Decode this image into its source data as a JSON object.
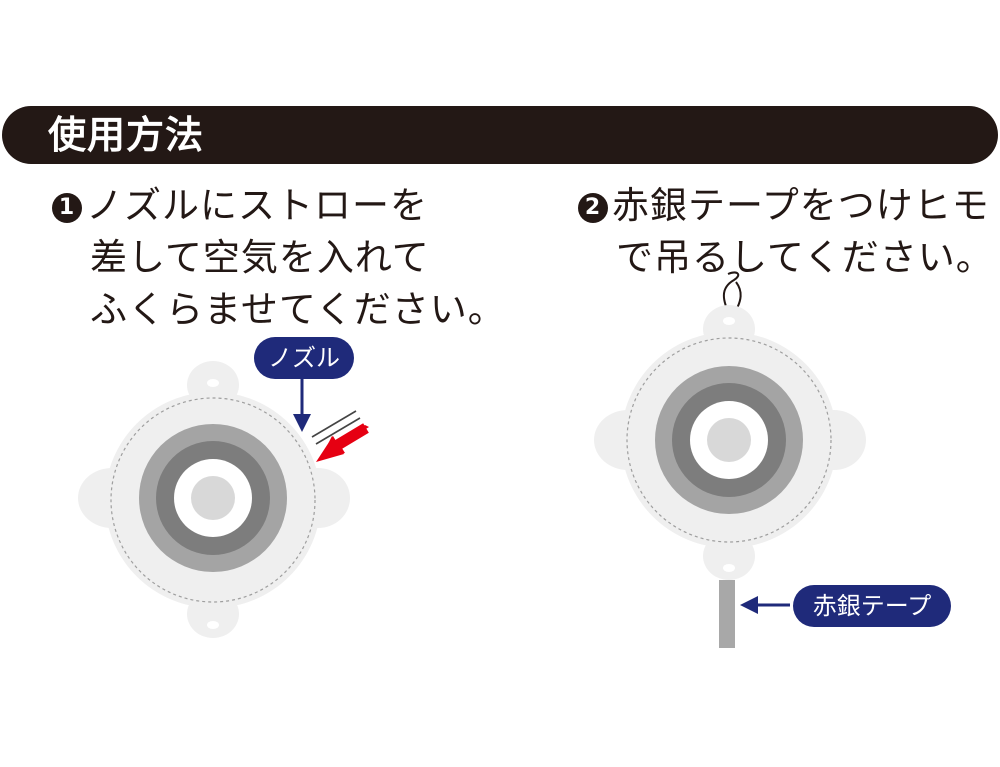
{
  "header": {
    "title": "使用方法"
  },
  "step1": {
    "number": "1",
    "lines": [
      "ノズルにストローを",
      "差して空気を入れて",
      "ふくらませてください。"
    ],
    "nozzle_label": "ノズル"
  },
  "step2": {
    "number": "2",
    "lines": [
      "赤銀テープをつけヒモ",
      "で吊るしてください。"
    ],
    "tape_label": "赤銀テープ"
  },
  "colors": {
    "dark": "#231815",
    "navy": "#1f2a7a",
    "red_arrow": "#e60012",
    "balloon_white": "#eeeeee",
    "ring_outer": "#a0a0a0",
    "ring_dark": "#7d7d7d"
  }
}
